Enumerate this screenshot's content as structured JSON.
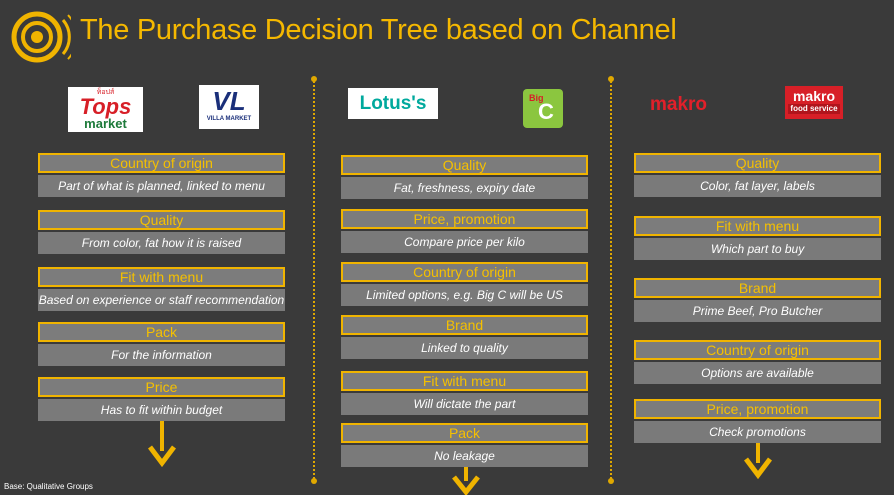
{
  "title": "The Purchase Decision Tree based on Channel",
  "footnote": "Base: Qualitative Groups",
  "logos": {
    "tops_small": "ท็อปส์",
    "tops_big": "Tops",
    "tops_sub": "market",
    "villa_mark": "VL",
    "villa_name": "VILLA MARKET",
    "lotus": "Lotus's",
    "bigc_big": "Big",
    "bigc_c": "C",
    "makro_plain": "makro",
    "makro_fs_top": "makro",
    "makro_fs_sub": "food service"
  },
  "columns": [
    {
      "steps": [
        {
          "label": "Country of origin",
          "desc": "Part of what is planned, linked to menu"
        },
        {
          "label": "Quality",
          "desc": "From color, fat how it is raised"
        },
        {
          "label": "Fit with menu",
          "desc": "Based on experience or staff recommendation"
        },
        {
          "label": "Pack",
          "desc": "For the information"
        },
        {
          "label": "Price",
          "desc": "Has to fit within budget"
        }
      ]
    },
    {
      "steps": [
        {
          "label": "Quality",
          "desc": "Fat, freshness, expiry date"
        },
        {
          "label": "Price, promotion",
          "desc": "Compare price per kilo"
        },
        {
          "label": "Country of origin",
          "desc": "Limited options, e.g. Big C will be US"
        },
        {
          "label": "Brand",
          "desc": "Linked to quality"
        },
        {
          "label": "Fit with menu",
          "desc": "Will dictate the part"
        },
        {
          "label": "Pack",
          "desc": "No leakage"
        }
      ]
    },
    {
      "steps": [
        {
          "label": "Quality",
          "desc": "Color, fat layer, labels"
        },
        {
          "label": "Fit with menu",
          "desc": "Which part to buy"
        },
        {
          "label": "Brand",
          "desc": "Prime Beef, Pro Butcher"
        },
        {
          "label": "Country of origin",
          "desc": "Options are available"
        },
        {
          "label": "Price, promotion",
          "desc": "Check promotions"
        }
      ]
    }
  ],
  "colors": {
    "background": "#3a3a3a",
    "accent": "#f0b400",
    "box": "#7a7a7a"
  }
}
